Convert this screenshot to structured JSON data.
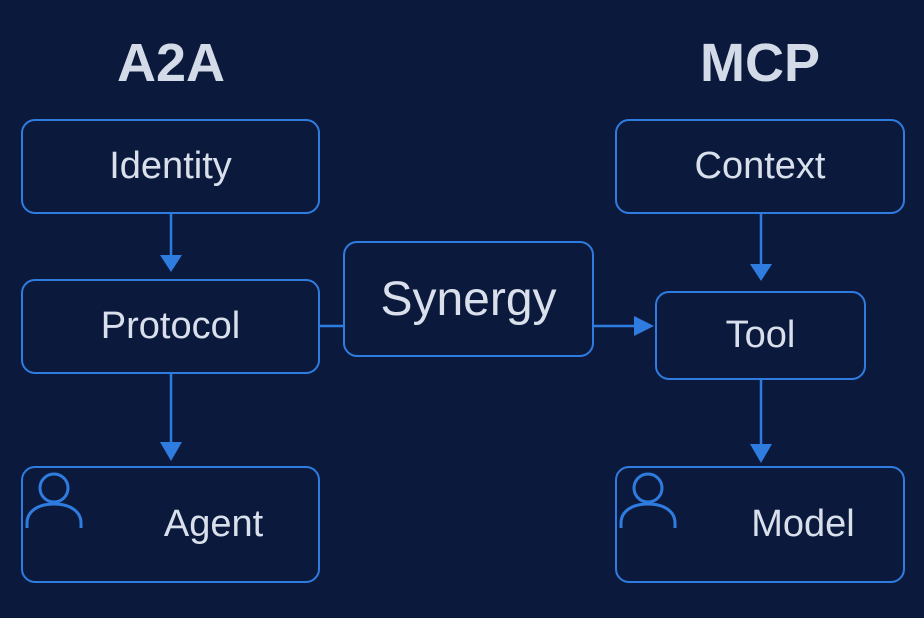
{
  "left_column": {
    "title": "A2A",
    "identity_label": "Identity",
    "protocol_label": "Protocol",
    "agent_label": "Agent",
    "agent_icon": "user-icon"
  },
  "center": {
    "synergy_label": "Synergy"
  },
  "right_column": {
    "title": "MCP",
    "context_label": "Context",
    "tool_label": "Tool",
    "model_label": "Model",
    "model_icon": "user-icon"
  },
  "colors": {
    "background": "#0b1a3c",
    "accent": "#2f7ce0",
    "text": "#d9e0ec"
  }
}
